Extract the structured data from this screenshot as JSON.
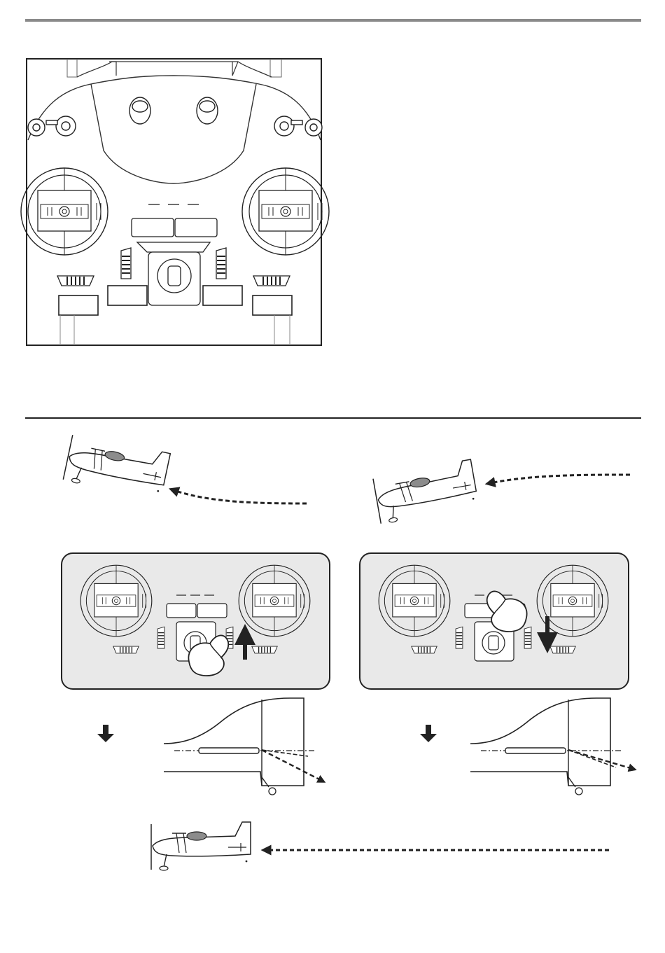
{
  "page": {
    "top_rule": "",
    "section_divider": ""
  },
  "transmitter_panel": {
    "empty_label_boxes": [
      "",
      "",
      "",
      ""
    ]
  },
  "scenes": {
    "left": {
      "plane": "nose-up-airplane",
      "flight_arrow": "dotted-arrow-left",
      "controller_action": "right-trim-lever-up",
      "result_arrow": "down-arrow",
      "elevator": "elevator-deflected-down"
    },
    "right": {
      "plane": "nose-down-airplane",
      "flight_arrow": "dotted-arrow-left",
      "controller_action": "right-trim-lever-down",
      "result_arrow": "down-arrow",
      "elevator": "elevator-deflected-up"
    },
    "bottom": {
      "plane": "level-airplane",
      "flight_arrow": "dotted-arrow-left"
    }
  },
  "colors": {
    "line": "#222222",
    "panel_fill": "#e9e9e9",
    "canopy": "#8c8c8c"
  }
}
